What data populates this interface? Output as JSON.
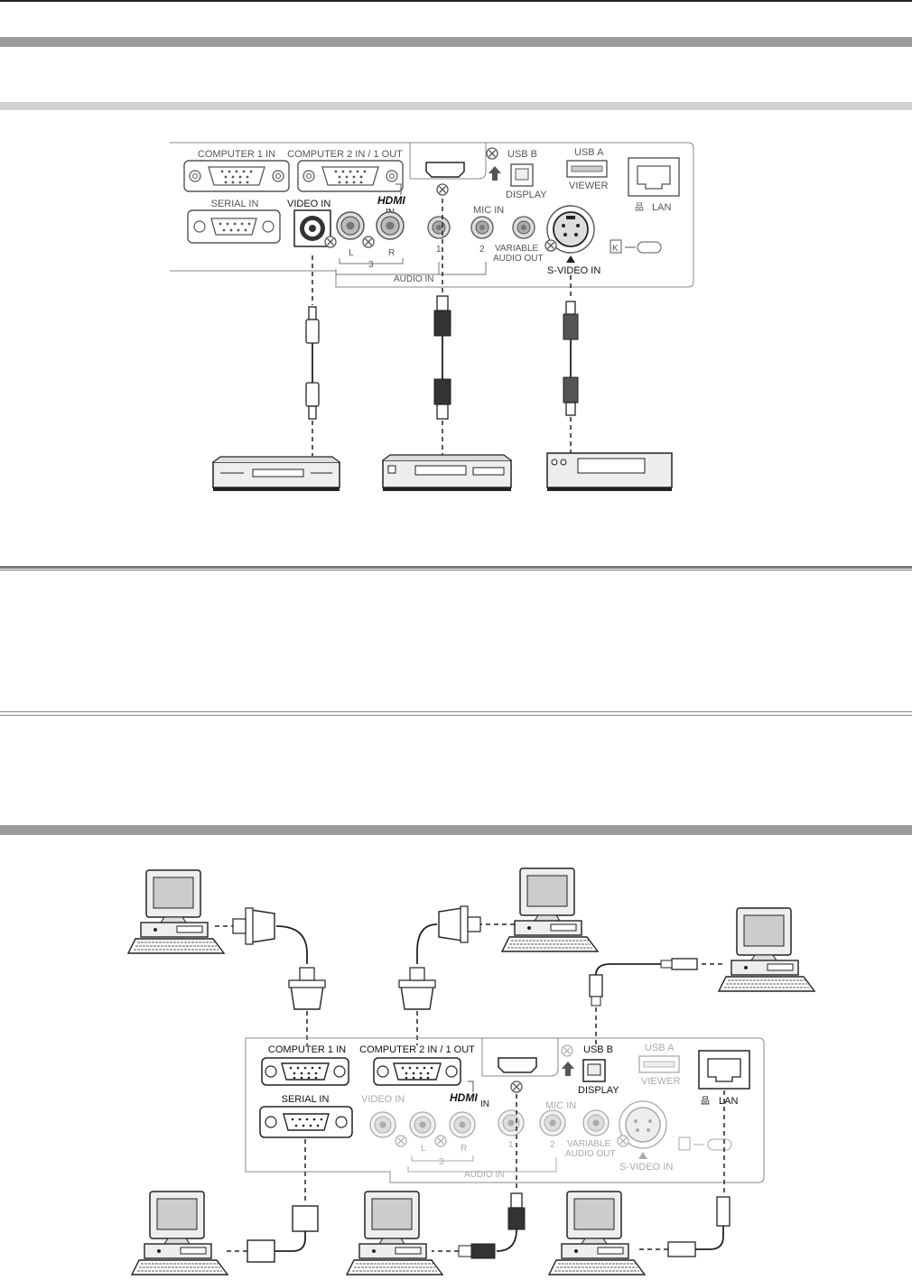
{
  "panel1": {
    "computer1_in": "COMPUTER 1 IN",
    "computer2_in_out": "COMPUTER 2 IN / 1 OUT",
    "serial_in": "SERIAL IN",
    "video_in": "VIDEO IN",
    "hdmi_logo": "HDMI",
    "hdmi_in": "IN",
    "usb_b": "USB B",
    "display": "DISPLAY",
    "usb_a": "USB A",
    "viewer": "VIEWER",
    "lan": "LAN",
    "mic_in": "MIC IN",
    "variable": "VARIABLE",
    "audio_out": "AUDIO OUT",
    "svideo_in": "S-VIDEO IN",
    "audio_in": "AUDIO IN",
    "l": "L",
    "r": "R",
    "n3": "3",
    "n1": "1",
    "n2": "2"
  },
  "panel2": {
    "computer1_in": "COMPUTER 1 IN",
    "computer2_in_out": "COMPUTER 2 IN / 1 OUT",
    "serial_in": "SERIAL IN",
    "video_in": "VIDEO IN",
    "hdmi_logo": "HDMI",
    "hdmi_in": "IN",
    "usb_b": "USB B",
    "display": "DISPLAY",
    "usb_a": "USB A",
    "viewer": "VIEWER",
    "lan": "LAN",
    "mic_in": "MIC IN",
    "variable": "VARIABLE",
    "audio_out": "AUDIO OUT",
    "svideo_in": "S-VIDEO IN",
    "audio_in": "AUDIO IN",
    "l": "L",
    "r": "R",
    "n3": "3",
    "n1": "1",
    "n2": "2"
  },
  "icons": {
    "device1": "vcr-icon",
    "device2": "dvd-player-icon",
    "device3": "video-deck-icon",
    "computer": "computer-icon"
  }
}
